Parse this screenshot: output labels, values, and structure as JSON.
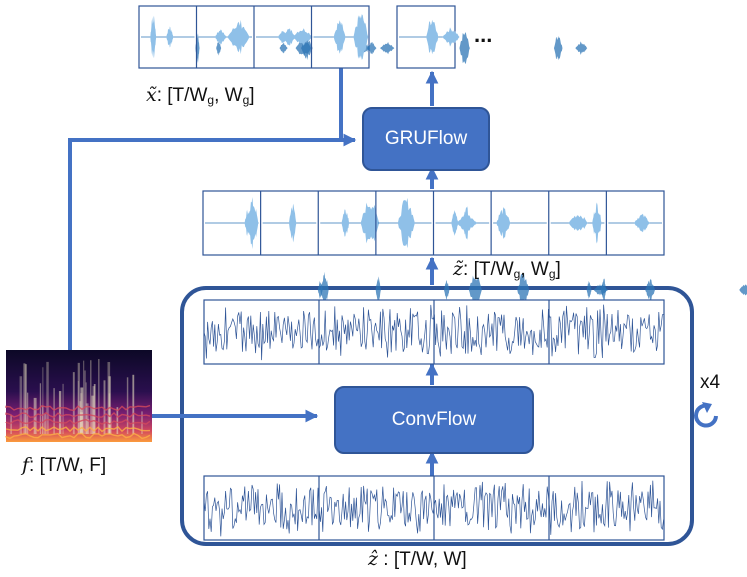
{
  "nodes": {
    "gruflow": "GRUFlow",
    "convflow": "ConvFlow"
  },
  "labels": {
    "x_tilde": {
      "symbol": "x̃",
      "text_pre": ": [T/W",
      "sub1": "g",
      "text_mid": ", W",
      "sub2": "g",
      "text_post": "]"
    },
    "z_tilde": {
      "symbol": "z̃",
      "text_pre": ": [T/W",
      "sub1": "g",
      "text_mid": ", W",
      "sub2": "g",
      "text_post": "]"
    },
    "z_hat": {
      "symbol": "ẑ",
      "text": " : [T/W, W]"
    },
    "f": {
      "symbol": "f",
      "text": ": [T/W, F]"
    },
    "ellipsis": "...",
    "repeat": "x4"
  },
  "colors": {
    "arrow": "#4472c4",
    "node_fill": "#4472c4",
    "node_border": "#2f5597",
    "container_border": "#2f5597",
    "waveform": "#2e75b6",
    "waveform_light": "#8fc0e8",
    "noise": "#2f5597"
  },
  "icons": [
    "loop-arrow-icon",
    "spectrogram-image",
    "waveform-image",
    "noise-waveform-image"
  ]
}
